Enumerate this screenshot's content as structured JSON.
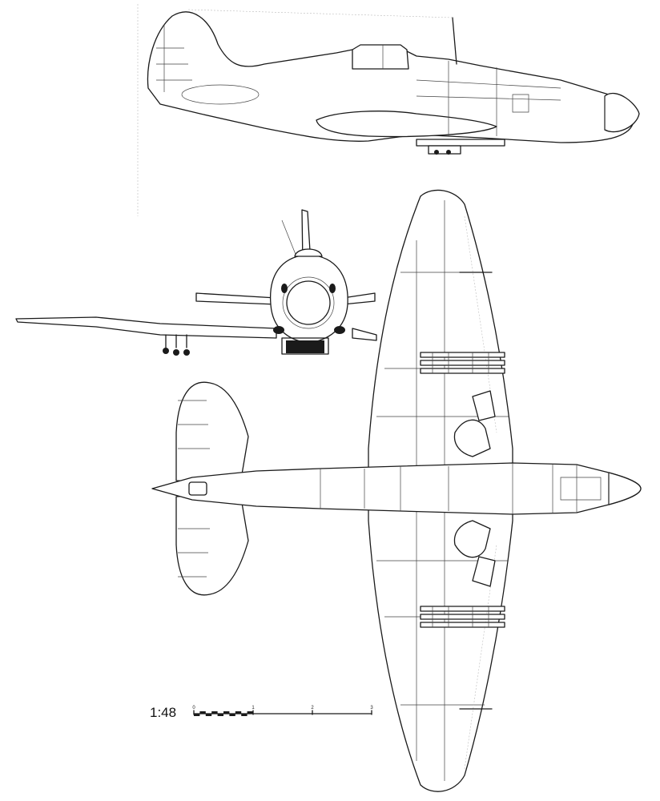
{
  "scale": {
    "ratio_label": "1:48",
    "tick_labels": [
      "0",
      "1",
      "2",
      "3"
    ]
  },
  "colors": {
    "ink": "#1a1a1a",
    "paper": "#ffffff"
  }
}
